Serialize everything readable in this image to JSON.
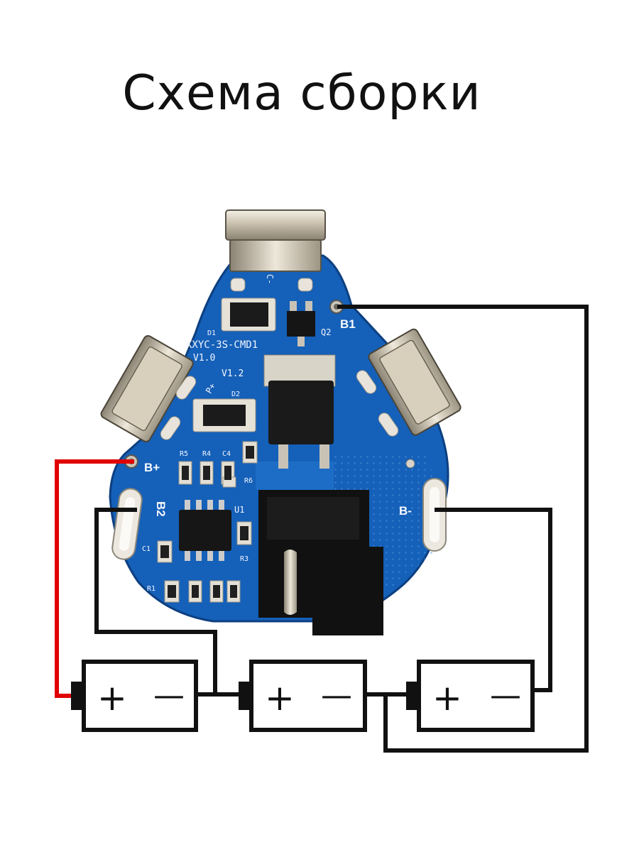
{
  "title": "Схема сборки",
  "board": {
    "model": "KXYC-3S-CMD1",
    "version_a": "V1.0",
    "version_b": "V1.2",
    "pad_labels": {
      "b_plus": "B+",
      "b2": "B2",
      "b1": "B1",
      "b_minus": "B-"
    },
    "component_labels": {
      "d1": "D1",
      "d2": "D2",
      "q2": "Q2",
      "u1": "U1",
      "r1": "R1",
      "r3": "R3",
      "r4": "R4",
      "r5": "R5",
      "r6": "R6",
      "c1": "C1",
      "c4": "C4",
      "p_plus": "P+",
      "c_minus": "C-"
    },
    "colors": {
      "pcb": "#1560b8",
      "wire_positive": "#e00000",
      "wire": "#111111"
    }
  },
  "batteries": [
    {
      "plus": "+",
      "minus": "—"
    },
    {
      "plus": "+",
      "minus": "—"
    },
    {
      "plus": "+",
      "minus": "—"
    }
  ]
}
